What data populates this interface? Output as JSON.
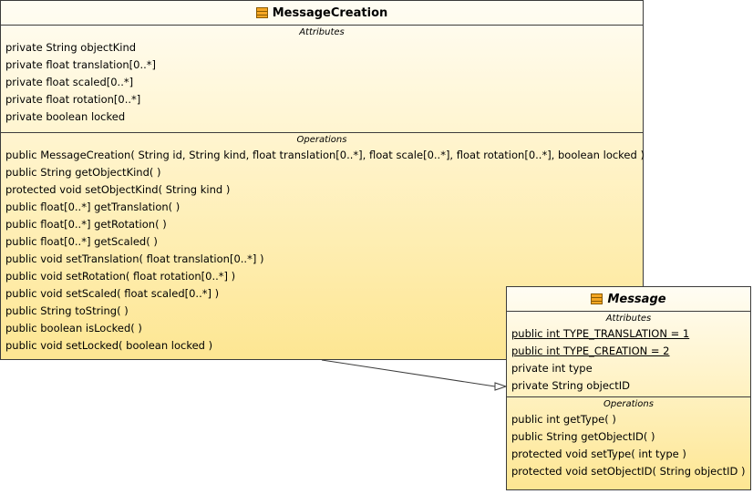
{
  "diagram": {
    "classes": [
      {
        "name": "MessageCreation",
        "attributes_title": "Attributes",
        "operations_title": "Operations",
        "attributes": [
          {
            "text": "private String objectKind",
            "static": false
          },
          {
            "text": "private float translation[0..*]",
            "static": false
          },
          {
            "text": "private float scaled[0..*]",
            "static": false
          },
          {
            "text": "private float rotation[0..*]",
            "static": false
          },
          {
            "text": "private boolean locked",
            "static": false
          }
        ],
        "operations": [
          "public MessageCreation( String id, String kind, float translation[0..*], float scale[0..*], float rotation[0..*], boolean locked )",
          "public String  getObjectKind(  )",
          "protected void  setObjectKind( String kind )",
          "public float[0..*]  getTranslation(  )",
          "public float[0..*]  getRotation(  )",
          "public float[0..*]  getScaled(  )",
          "public void  setTranslation( float translation[0..*] )",
          "public void  setRotation( float rotation[0..*] )",
          "public void  setScaled( float scaled[0..*] )",
          "public String  toString(  )",
          "public boolean  isLocked(  )",
          "public void  setLocked( boolean locked )"
        ]
      },
      {
        "name": "Message",
        "attributes_title": "Attributes",
        "operations_title": "Operations",
        "attributes": [
          {
            "text": "public int TYPE_TRANSLATION = 1",
            "static": true
          },
          {
            "text": "public int TYPE_CREATION = 2",
            "static": true
          },
          {
            "text": "private int type",
            "static": false
          },
          {
            "text": "private String objectID",
            "static": false
          }
        ],
        "operations": [
          "public int  getType(  )",
          "public String  getObjectID(  )",
          "protected void  setType( int type )",
          "protected void  setObjectID( String objectID )"
        ]
      }
    ],
    "relationships": [
      {
        "type": "generalization",
        "from": "MessageCreation",
        "to": "Message"
      }
    ],
    "colors": {
      "fill_top": "#fffdf4",
      "fill_bottom": "#fde692",
      "border": "#3c3c3c",
      "icon": "#f5a623"
    },
    "icons": {
      "class": "class-icon"
    }
  }
}
